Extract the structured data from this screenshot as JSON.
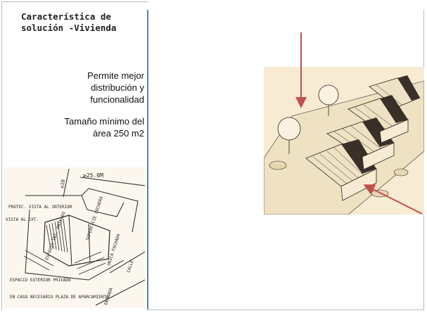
{
  "title": {
    "lines": [
      "Característica de",
      "solución -Vivienda"
    ]
  },
  "notes": [
    {
      "text": "Permite mejor\ndistribución y\nfuncionalidad"
    },
    {
      "text": "Tamaño mínimo del\nárea 250 m2"
    }
  ],
  "plan": {
    "dimension_top": "≥25.0M",
    "dimension_side": "≥10",
    "labels": {
      "protec": "PROTEC. VISTA\nAL INTERIOR",
      "vista": "VISTA\nAL EXT.",
      "espacio_int": "ESPACIO\nINT.\nPRIVADO",
      "superficie": "SUPERFICIE\nCOCHERA",
      "unica": "UNICA FACHADA",
      "calle": "CALLE",
      "espacio_ext": "ESPACIO\nEXTERIOR PRIVADO",
      "plaza": "EN CASO NECESARIO\nPLAZA DE APARCAMIENTO",
      "entrada": "ENTRADA"
    }
  },
  "colors": {
    "divider": "#4f81bd",
    "arrow": "#c0504d",
    "sketch_paper": "#f7ecd3",
    "ink": "#2b2520"
  }
}
